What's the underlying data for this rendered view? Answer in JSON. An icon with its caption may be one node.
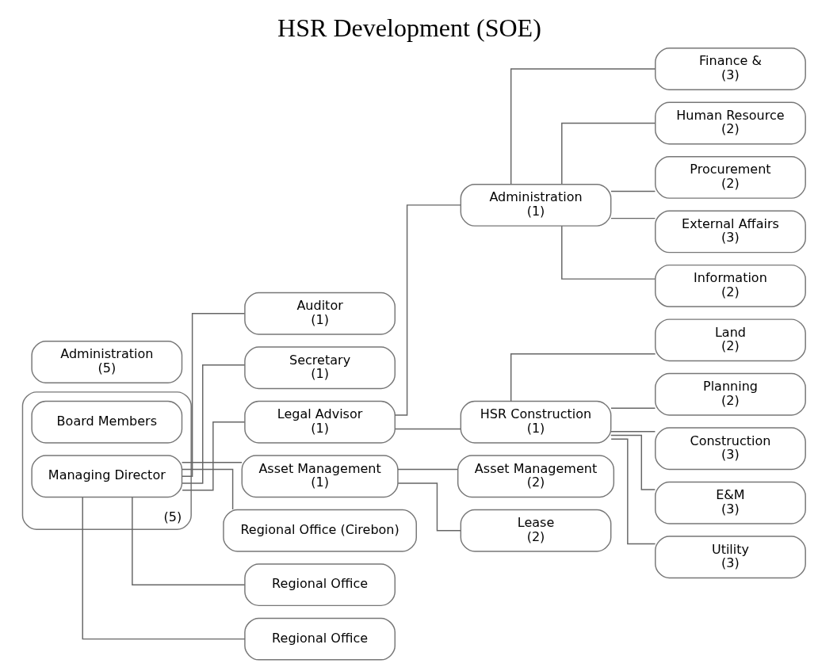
{
  "diagram": {
    "title": "HSR Development (SOE)",
    "nodes": [
      {
        "text": [
          "(5)"
        ]
      },
      {
        "text": [
          "Board Members"
        ],
        "in": 0
      },
      {
        "text": [
          "Managing Director"
        ],
        "in": 0
      },
      {
        "text": [
          "Auditor",
          "(1)"
        ]
      },
      {
        "text": [
          "Secretary",
          "(1)"
        ]
      },
      {
        "text": [
          "Legal Advisor",
          "(1)"
        ]
      },
      {
        "text": [
          "Administration",
          "(1)"
        ]
      },
      {
        "text": [
          "HSR Construction",
          "(1)"
        ]
      },
      {
        "text": [
          "Asset Management",
          "(1)"
        ]
      },
      {
        "text": [
          "Regional Office (Cirebon)"
        ]
      },
      {
        "text": [
          "Regional Office"
        ]
      },
      {
        "text": [
          "Regional Office"
        ]
      },
      {
        "text": [
          "Finance &",
          "(3)"
        ]
      },
      {
        "text": [
          "Human Resource",
          "(2)"
        ]
      },
      {
        "text": [
          "Procurement",
          "(2)"
        ]
      },
      {
        "text": [
          "External Affairs",
          "(3)"
        ]
      },
      {
        "text": [
          "Information",
          "(2)"
        ]
      },
      {
        "text": [
          "Administration",
          "(5)"
        ]
      },
      {
        "text": [
          "Land",
          "(2)"
        ]
      },
      {
        "text": [
          "Planning",
          "(2)"
        ]
      },
      {
        "text": [
          "Construction",
          "(3)"
        ]
      },
      {
        "text": [
          "E&M",
          "(3)"
        ]
      },
      {
        "text": [
          "Utility",
          "(3)"
        ]
      },
      {
        "text": [
          "Asset Management",
          "(2)"
        ]
      },
      {
        "text": [
          "Lease",
          "(2)"
        ]
      }
    ],
    "edges": [
      {
        "from": 2,
        "to": 3,
        "arrow": "none"
      },
      {
        "from": 2,
        "to": 4,
        "arrow": "none"
      },
      {
        "from": 2,
        "to": 5,
        "arrow": "none"
      },
      {
        "from": 2,
        "to": 8,
        "arrow": "none"
      },
      {
        "from": 2,
        "to": 9,
        "arrow": "none"
      },
      {
        "from": 2,
        "to": 10,
        "arrow": "none"
      },
      {
        "from": 2,
        "to": 11,
        "arrow": "none"
      },
      {
        "from": 5,
        "to": 6,
        "arrow": "none"
      },
      {
        "from": 5,
        "to": 7,
        "arrow": "none"
      },
      {
        "from": 6,
        "to": 12,
        "arrow": "none"
      },
      {
        "from": 6,
        "to": 13,
        "arrow": "none"
      },
      {
        "from": 6,
        "to": 14,
        "arrow": "none"
      },
      {
        "from": 6,
        "to": 15,
        "arrow": "none"
      },
      {
        "from": 6,
        "to": 16,
        "arrow": "none"
      },
      {
        "from": 7,
        "to": 18,
        "arrow": "none"
      },
      {
        "from": 7,
        "to": 19,
        "arrow": "none"
      },
      {
        "from": 7,
        "to": 20,
        "arrow": "none"
      },
      {
        "from": 7,
        "to": 21,
        "arrow": "none"
      },
      {
        "from": 7,
        "to": 22,
        "arrow": "none"
      },
      {
        "from": 8,
        "to": 23,
        "arrow": "none"
      },
      {
        "from": 8,
        "to": 24,
        "arrow": "none"
      }
    ]
  }
}
